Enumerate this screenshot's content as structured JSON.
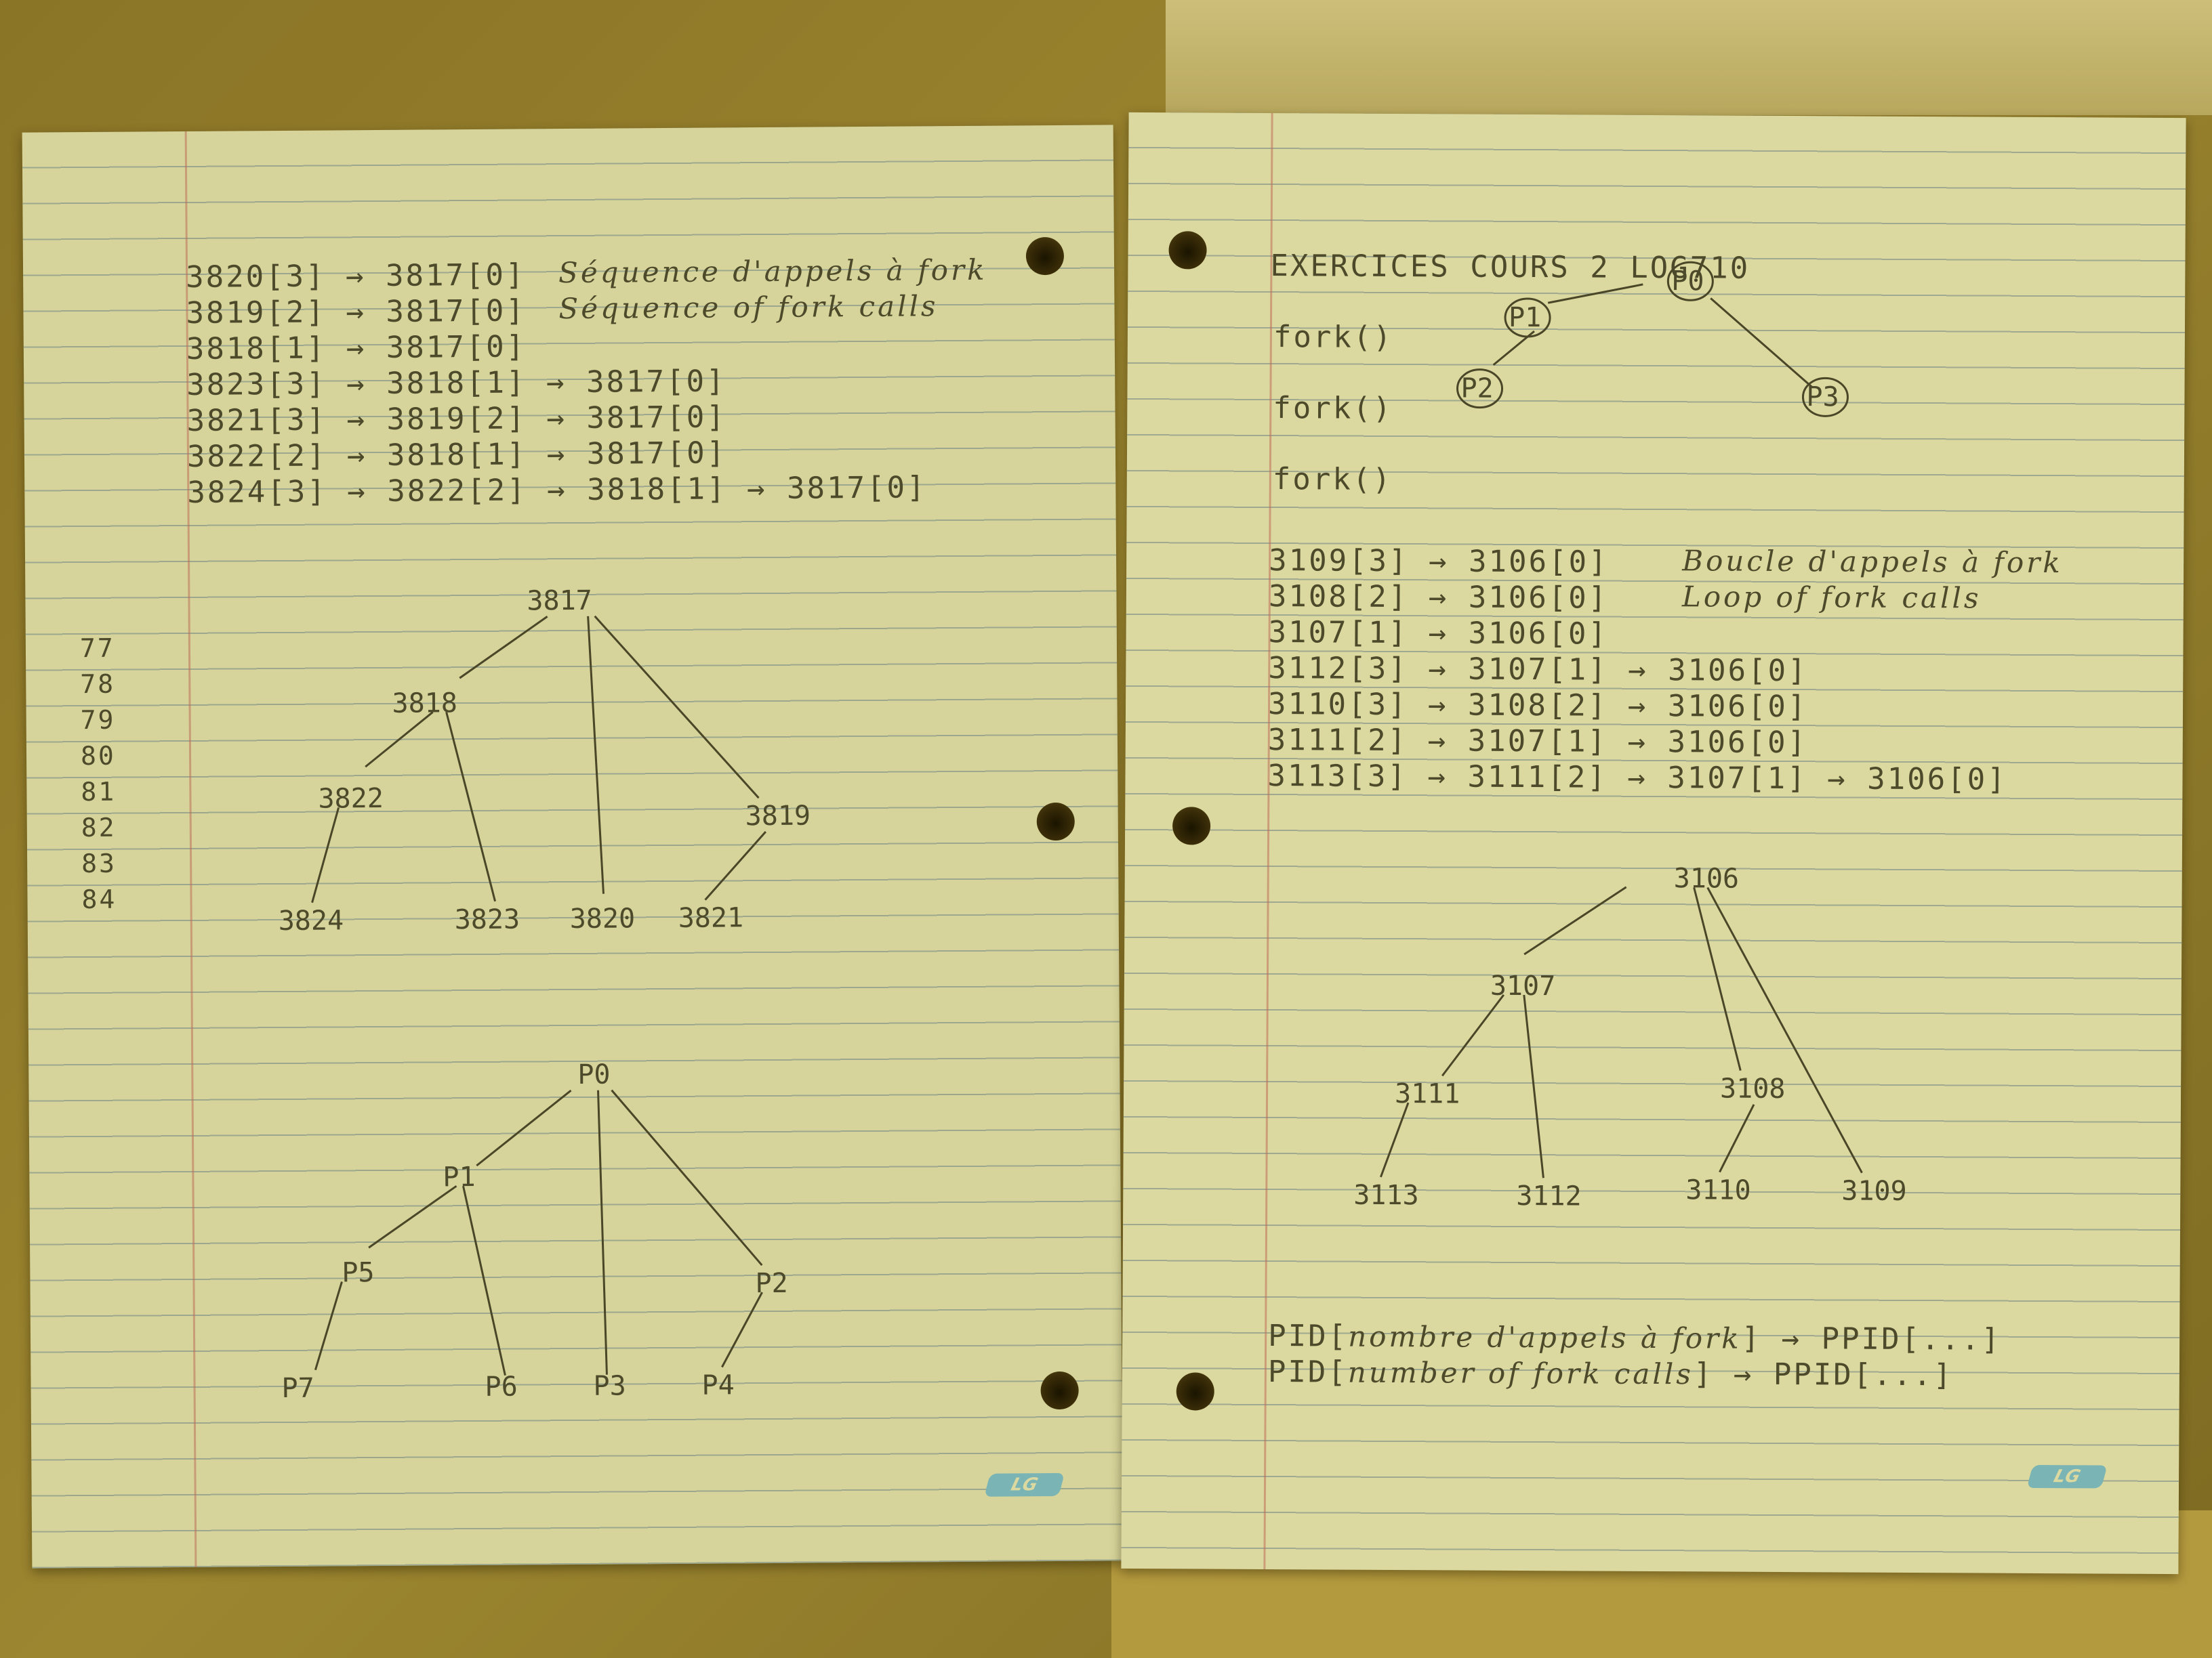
{
  "left_page": {
    "sequence": [
      "3820[3] → 3817[0]",
      "3819[2] → 3817[0]",
      "3818[1] → 3817[0]",
      "3823[3] → 3818[1] → 3817[0]",
      "3821[3] → 3819[2] → 3817[0]",
      "3822[2] → 3818[1] → 3817[0]",
      "3824[3] → 3822[2] → 3818[1] → 3817[0]"
    ],
    "note_fr": "Séquence d'appels à fork",
    "note_en": "Séquence of fork calls",
    "margin_numbers": [
      "77",
      "78",
      "79",
      "80",
      "81",
      "82",
      "83",
      "84"
    ],
    "pid_tree": {
      "root": "3817",
      "n3818": "3818",
      "n3819": "3819",
      "n3822": "3822",
      "n3824": "3824",
      "n3823": "3823",
      "n3820": "3820",
      "n3821": "3821"
    },
    "p_tree": {
      "p0": "P0",
      "p1": "P1",
      "p2": "P2",
      "p5": "P5",
      "p7": "P7",
      "p6": "P6",
      "p3": "P3",
      "p4": "P4"
    },
    "logo": "LG"
  },
  "right_page": {
    "title": "EXERCICES   COURS   2   LOG710",
    "fork_calls": [
      "fork()",
      "fork()",
      "fork()"
    ],
    "small_tree": {
      "p0": "P0",
      "p1": "P1",
      "p2": "P2",
      "p3": "P3"
    },
    "sequence": [
      "3109[3] → 3106[0]",
      "3108[2] → 3106[0]",
      "3107[1] → 3106[0]",
      "3112[3] → 3107[1] → 3106[0]",
      "3110[3] → 3108[2] → 3106[0]",
      "3111[2] → 3107[1] → 3106[0]",
      "3113[3] → 3111[2] → 3107[1] → 3106[0]"
    ],
    "note_fr": "Boucle d'appels à fork",
    "note_en": "Loop of fork calls",
    "pid_tree": {
      "root": "3106",
      "n3107": "3107",
      "n3108": "3108",
      "n3111": "3111",
      "n3113": "3113",
      "n3112": "3112",
      "n3110": "3110",
      "n3109": "3109"
    },
    "legend": [
      {
        "pid": "PID[",
        "args": "nombre d'appels à fork",
        "tail": "] → PPID[...]"
      },
      {
        "pid": "PID[",
        "args": "number of fork calls",
        "tail": "] → PPID[...]"
      }
    ],
    "logo": "LG"
  }
}
